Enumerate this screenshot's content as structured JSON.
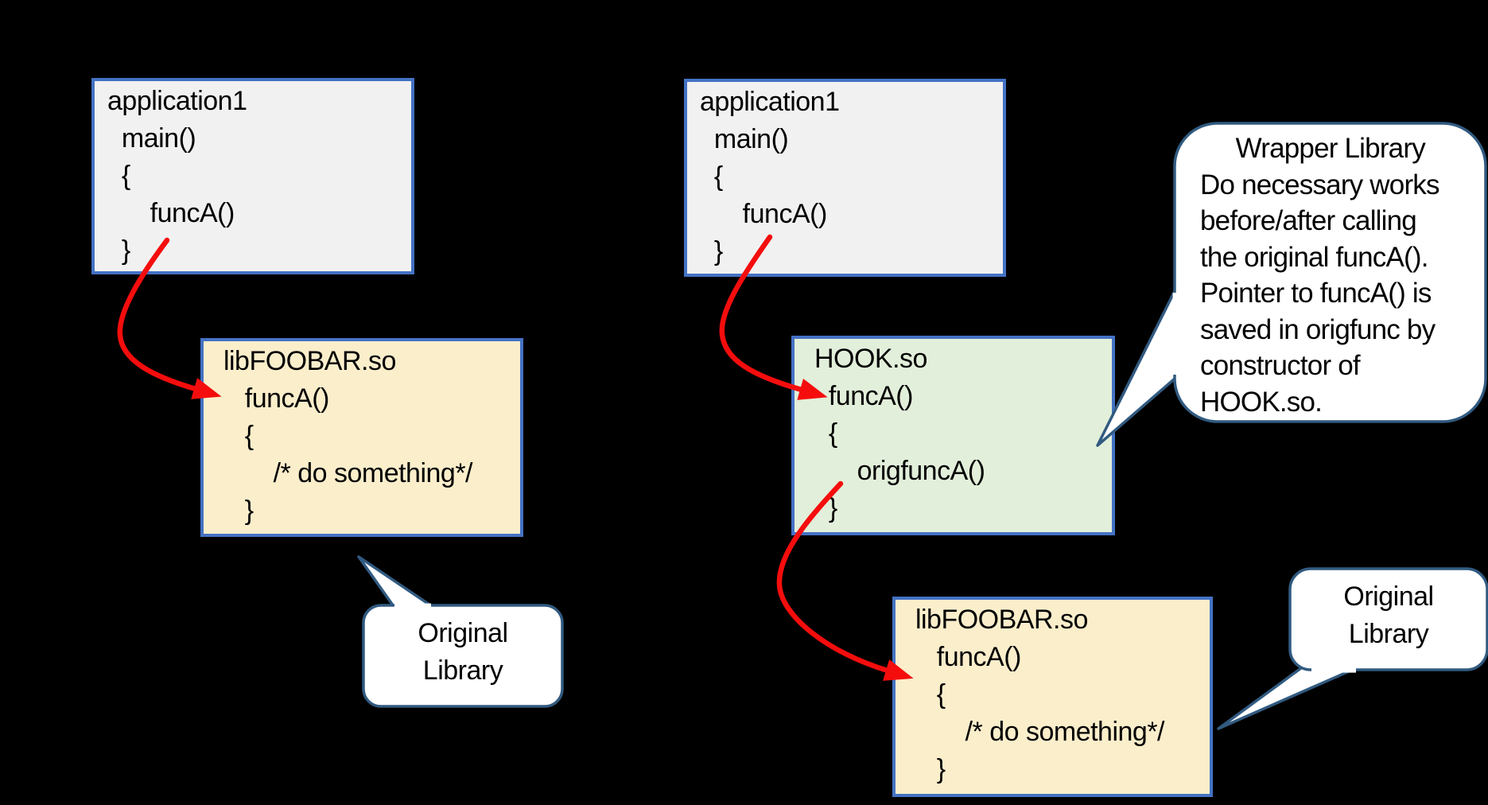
{
  "canvas": {
    "background": "#000000"
  },
  "colors": {
    "box_border": "#4472C4",
    "app_box_fill": "#F1F1F1",
    "library_box_fill": "#FBEECB",
    "hook_box_fill": "#E2EFDA",
    "callout_border": "#315A80",
    "callout_fill": "#FFFFFF",
    "arrow_red": "#F50D0D",
    "text": "#000000"
  },
  "boxes": {
    "app_left": {
      "text": "application1\n  main()\n  {\n      funcA()\n  }"
    },
    "lib_left": {
      "text": " libFOOBAR.so\n    funcA()\n    {\n        /* do something*/\n    }"
    },
    "app_right": {
      "text": "application1\n  main()\n  {\n      funcA()\n  }"
    },
    "hook": {
      "text": " HOOK.so\n   funcA()\n   {\n       origfuncA()\n   }"
    },
    "lib_right": {
      "text": " libFOOBAR.so\n    funcA()\n    {\n        /* do something*/\n    }"
    }
  },
  "callouts": {
    "original_left": {
      "text": "Original\nLibrary"
    },
    "wrapper": {
      "text": "     Wrapper Library\nDo necessary works\nbefore/after calling\nthe original funcA().\nPointer to funcA() is\nsaved in origfunc by\nconstructor of\nHOOK.so."
    },
    "original_right": {
      "text": "Original\nLibrary"
    }
  }
}
